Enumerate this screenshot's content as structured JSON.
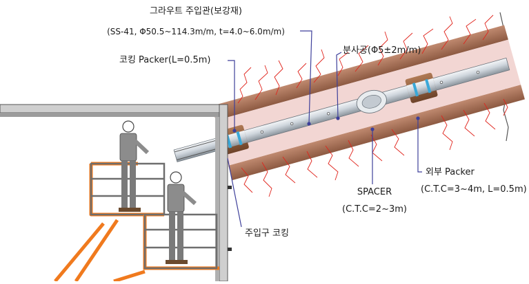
{
  "labels": {
    "grout_pipe_title": "그라우트 주입관(보강재)",
    "grout_pipe_spec": "(SS-41, Φ50.5~114.3m/m, t=4.0~6.0m/m)",
    "coring_packer": "코킹 Packer(L=0.5m)",
    "spray_hole": "분사공(Φ5±2m/m)",
    "spacer": "SPACER",
    "spacer_spacing": "(C.T.C=2~3m)",
    "outer_packer": "외부 Packer",
    "outer_packer_spec": "(C.T.C=3~4m, L=0.5m)",
    "inlet_coring": "주입구 코킹"
  },
  "colors": {
    "grout_zone": "#f2d6d3",
    "drill_band": "#a56b50",
    "pipe": "#cfd6dd",
    "packer": "#8a5a3c",
    "packer_ring": "#3aa8d8",
    "crack": "#e0241c",
    "leader": "#3d3f9a",
    "lift_orange": "#f07a1e",
    "wall": "#cfcfcf",
    "worker": "#8c8c8c"
  },
  "icons": {
    "worker_upper": "worker-icon",
    "worker_lower": "worker-icon",
    "lift": "boom-lift-icon"
  }
}
